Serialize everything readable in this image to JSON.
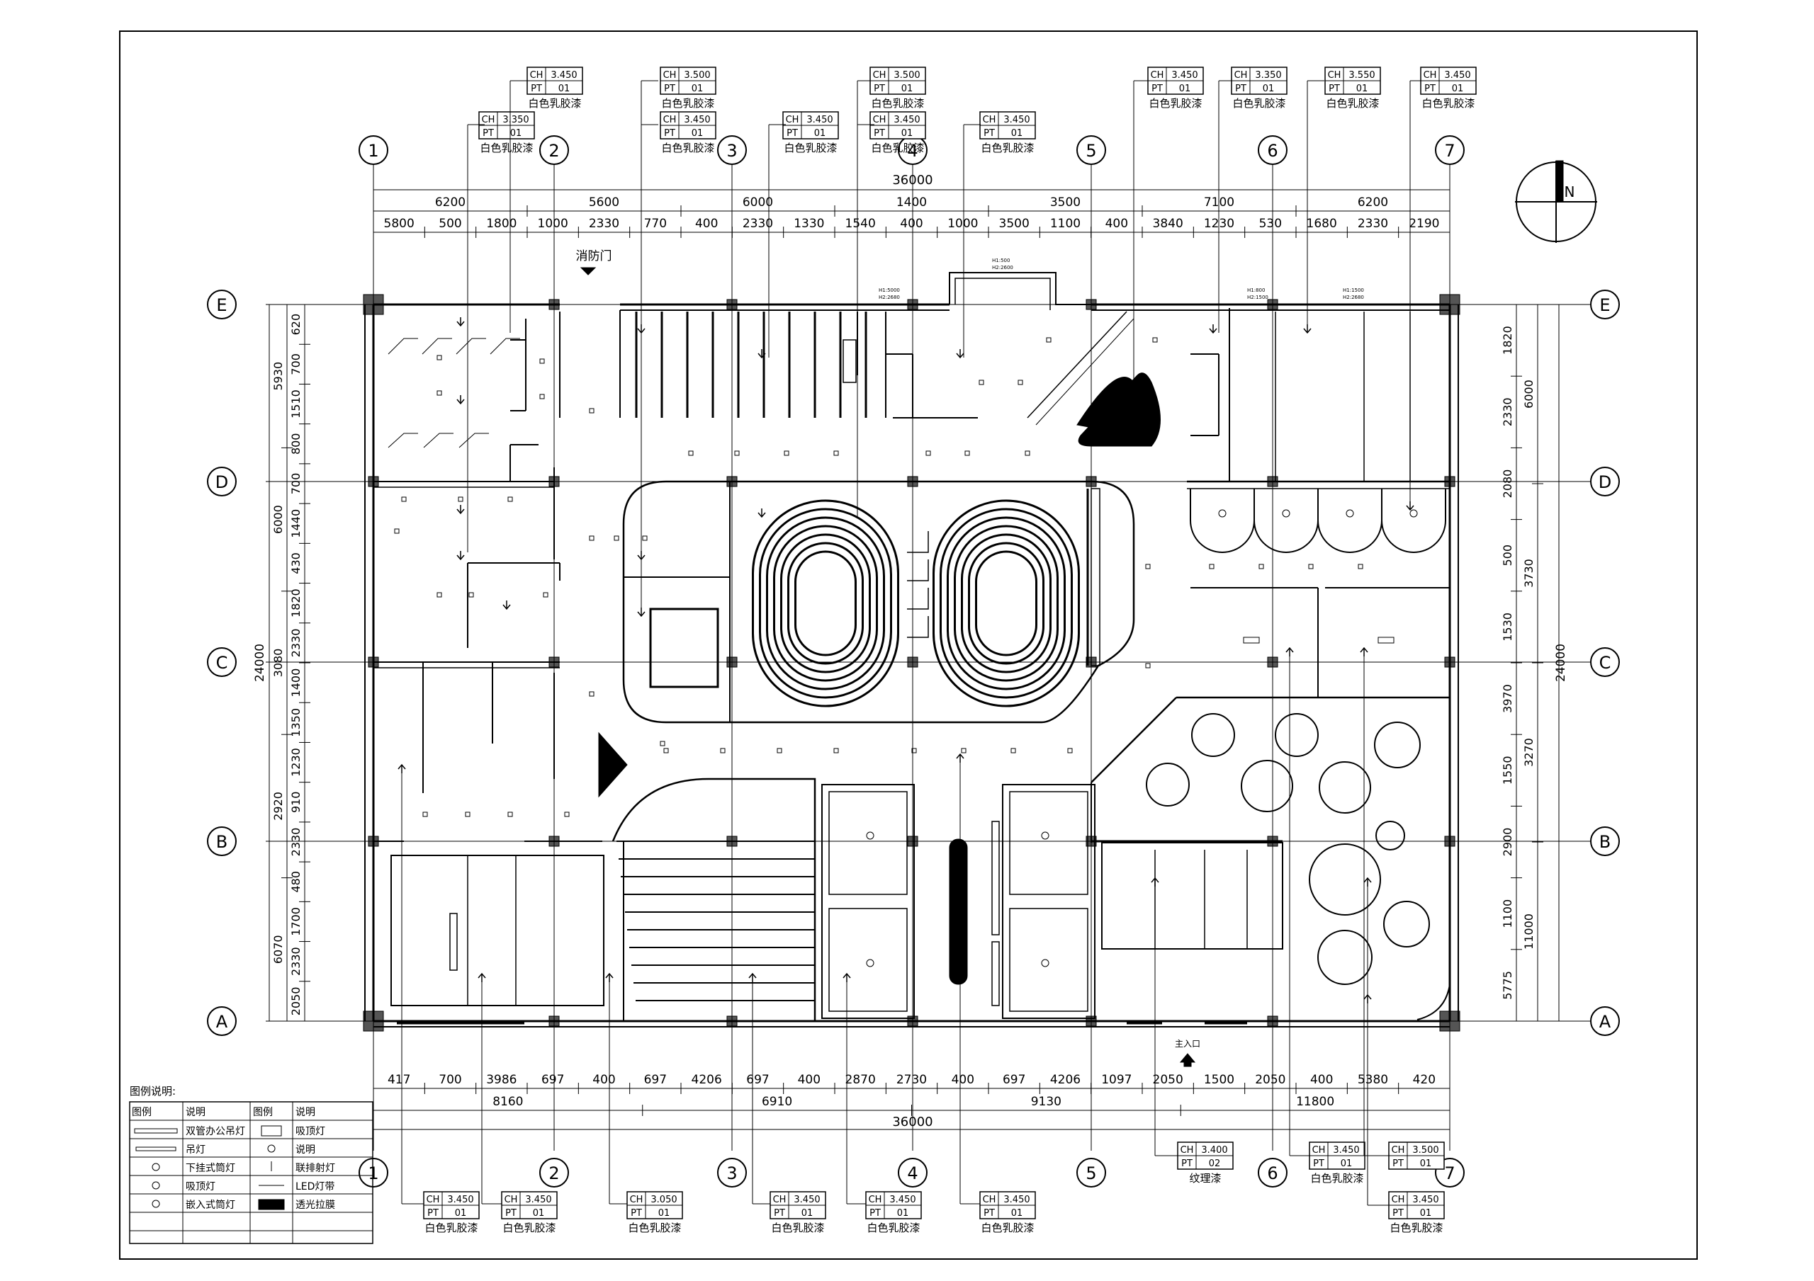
{
  "drawing": {
    "entrance_label": "主入口",
    "fire_door_label": "消防门",
    "north_label": "N"
  },
  "grid": {
    "columns": [
      "1",
      "2",
      "3",
      "4",
      "5",
      "6",
      "7"
    ],
    "rows": [
      "E",
      "D",
      "C",
      "B",
      "A"
    ]
  },
  "dims": {
    "top_total": "36000",
    "top_row1": [
      "6200",
      "5600",
      "6000",
      "1400",
      "3500",
      "7100",
      "6200"
    ],
    "top_row2": [
      "5800",
      "500",
      "1800",
      "1000",
      "2330",
      "770",
      "400",
      "2330",
      "1330",
      "1540",
      "400",
      "1000",
      "3500",
      "1100",
      "400",
      "3840",
      "1230",
      "530",
      "1680",
      "2330",
      "2190"
    ],
    "bottom_row1": [
      "417",
      "700",
      "3986",
      "697",
      "400",
      "697",
      "4206",
      "697",
      "400",
      "2870",
      "2730",
      "400",
      "697",
      "4206",
      "1097",
      "2050",
      "1500",
      "2050",
      "400",
      "5380",
      "420"
    ],
    "bottom_row2": [
      "8160",
      "6910",
      "9130",
      "11800"
    ],
    "bottom_total": "36000",
    "left_total": "24000",
    "left_row1": [
      "5930",
      "6000",
      "3080",
      "2920",
      "6070"
    ],
    "left_row2": [
      "620",
      "700",
      "1510",
      "800",
      "700",
      "1440",
      "430",
      "1820",
      "2330",
      "1400",
      "1350",
      "1230",
      "910",
      "2330",
      "480",
      "1700",
      "2330",
      "2050"
    ],
    "right_row1": [
      "1820",
      "2330",
      "2080",
      "500",
      "1530",
      "3970",
      "1550",
      "2900",
      "1100",
      "5775"
    ],
    "right_row2": [
      "6000",
      "3730",
      "3270",
      "11000"
    ],
    "right_total": "24000"
  },
  "tags": [
    {
      "ch": "3.450",
      "pt": "01",
      "note": "白色乳胶漆"
    },
    {
      "ch": "3.350",
      "pt": "01",
      "note": "白色乳胶漆"
    },
    {
      "ch": "3.500",
      "pt": "01",
      "note": "白色乳胶漆"
    },
    {
      "ch": "3.450",
      "pt": "01",
      "note": "白色乳胶漆"
    },
    {
      "ch": "3.450",
      "pt": "01",
      "note": "白色乳胶漆"
    },
    {
      "ch": "3.500",
      "pt": "01",
      "note": "白色乳胶漆"
    },
    {
      "ch": "3.450",
      "pt": "01",
      "note": "白色乳胶漆"
    },
    {
      "ch": "3.450",
      "pt": "01",
      "note": "白色乳胶漆"
    },
    {
      "ch": "3.450",
      "pt": "01",
      "note": "白色乳胶漆"
    },
    {
      "ch": "3.350",
      "pt": "01",
      "note": "白色乳胶漆"
    },
    {
      "ch": "3.550",
      "pt": "01",
      "note": "白色乳胶漆"
    },
    {
      "ch": "3.450",
      "pt": "01",
      "note": "白色乳胶漆"
    },
    {
      "ch": "3.450",
      "pt": "01",
      "note": "白色乳胶漆"
    },
    {
      "ch": "3.450",
      "pt": "01",
      "note": "白色乳胶漆"
    },
    {
      "ch": "3.050",
      "pt": "01",
      "note": "白色乳胶漆"
    },
    {
      "ch": "3.450",
      "pt": "01",
      "note": "白色乳胶漆"
    },
    {
      "ch": "3.450",
      "pt": "01",
      "note": "白色乳胶漆"
    },
    {
      "ch": "3.450",
      "pt": "01",
      "note": "白色乳胶漆"
    },
    {
      "ch": "3.400",
      "pt": "02",
      "note": "纹理漆"
    },
    {
      "ch": "3.450",
      "pt": "01",
      "note": "白色乳胶漆"
    },
    {
      "ch": "3.500",
      "pt": "01",
      "note": ""
    },
    {
      "ch": "3.450",
      "pt": "01",
      "note": "白色乳胶漆"
    }
  ],
  "legend": {
    "title": "图例说明:",
    "col_headers": [
      "图例",
      "说明",
      "图例",
      "说明"
    ],
    "items": [
      {
        "icon": "double-tube-light-icon",
        "label": "双管办公吊灯"
      },
      {
        "icon": "ceiling-light-icon",
        "label": "吸顶灯"
      },
      {
        "icon": "pendant-light-icon",
        "label": "吊灯"
      },
      {
        "icon": "note-icon",
        "label": "说明"
      },
      {
        "icon": "downlight-icon",
        "label": "下挂式筒灯"
      },
      {
        "icon": "linked-spotlight-icon",
        "label": "联排射灯"
      },
      {
        "icon": "ceiling-lamp-icon",
        "label": "吸顶灯"
      },
      {
        "icon": "led-strip-icon",
        "label": "LED灯带"
      },
      {
        "icon": "recessed-downlight-icon",
        "label": "嵌入式筒灯"
      },
      {
        "icon": "translucent-film-icon",
        "label": "透光拉膜"
      }
    ]
  },
  "tiny_notes": [
    "H1:500",
    "H2:2600",
    "H1:800",
    "H2:1500",
    "H1:1500",
    "H2:2680",
    "H1:5000",
    "H2:2680"
  ]
}
